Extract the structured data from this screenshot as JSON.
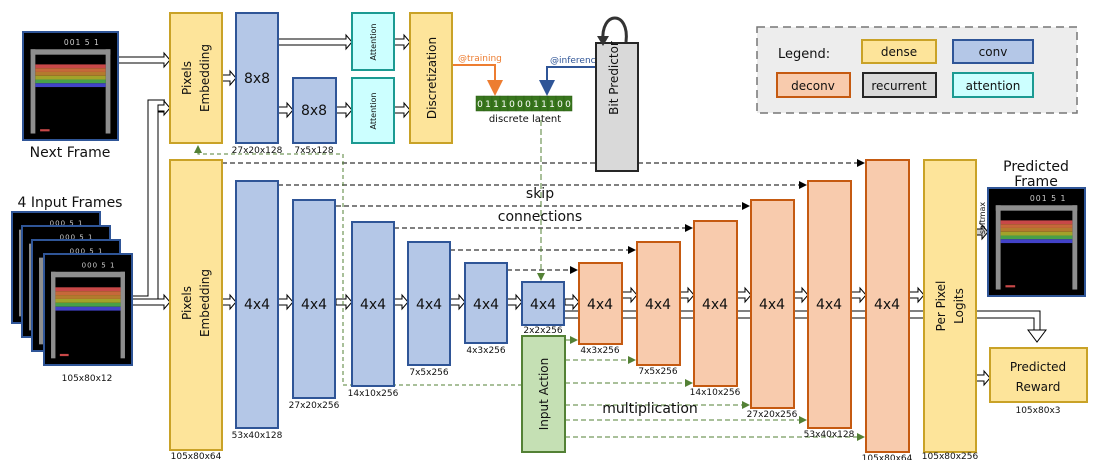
{
  "colors": {
    "dense_fill": "#FDE49A",
    "dense_border": "#C9A227",
    "conv_fill": "#B4C7E7",
    "conv_border": "#2F5597",
    "deconv_fill": "#F8CBAD",
    "deconv_border": "#C55A11",
    "recurrent_fill": "#D9D9D9",
    "recurrent_border": "#262626",
    "attention_fill": "#CCFFFF",
    "attention_border": "#1B9A92",
    "action_fill": "#C5E0B4",
    "action_border": "#538135",
    "training": "#ED7D31",
    "inference": "#2F5597",
    "latent_bits": "#38761D"
  },
  "frames": {
    "next_frame_label": "Next Frame",
    "next_frame_score": "001 5 1",
    "input_frames_label": "4 Input Frames",
    "input_frames_score": "000 5 1",
    "input_frames_dim": "105x80x12",
    "predicted_frame_label_1": "Predicted",
    "predicted_frame_label_2": "Frame",
    "predicted_frame_score": "001 5 1",
    "softmax": "softmax"
  },
  "top": {
    "pixels_embedding_1": "Pixels",
    "pixels_embedding_2": "Embedding",
    "conv_a": "8x8",
    "conv_a_dim": "27x20x128",
    "conv_b": "8x8",
    "conv_b_dim": "7x5x128",
    "attention": "Attention",
    "discretization": "Discretization",
    "training": "@training",
    "inference": "@inference",
    "bits": [
      "0",
      "1",
      "1",
      "1",
      "0",
      "0",
      "0",
      "1",
      "1",
      "1",
      "0",
      "0"
    ],
    "discrete_latent": "discrete latent",
    "bit_predictor": "Bit Predictor"
  },
  "legend": {
    "title": "Legend:",
    "items": [
      "dense",
      "conv",
      "deconv",
      "recurrent",
      "attention"
    ]
  },
  "bottom": {
    "pixels_embedding_1": "Pixels",
    "pixels_embedding_2": "Embedding",
    "pixels_embedding_dim": "105x80x64",
    "kernel": "4x4",
    "conv_dims": [
      "53x40x128",
      "27x20x256",
      "14x10x256",
      "7x5x256",
      "4x3x256",
      "2x2x256"
    ],
    "deconv_dims": [
      "4x3x256",
      "7x5x256",
      "14x10x256",
      "27x20x256",
      "53x40x128",
      "105x80x64"
    ],
    "input_action": "Input Action",
    "per_pixel_1": "Per Pixel",
    "per_pixel_2": "Logits",
    "per_pixel_dim": "105x80x256",
    "predicted_reward_1": "Predicted",
    "predicted_reward_2": "Reward",
    "predicted_reward_dim": "105x80x3",
    "skip_1": "skip",
    "skip_2": "connections",
    "multiplication": "multiplication"
  }
}
